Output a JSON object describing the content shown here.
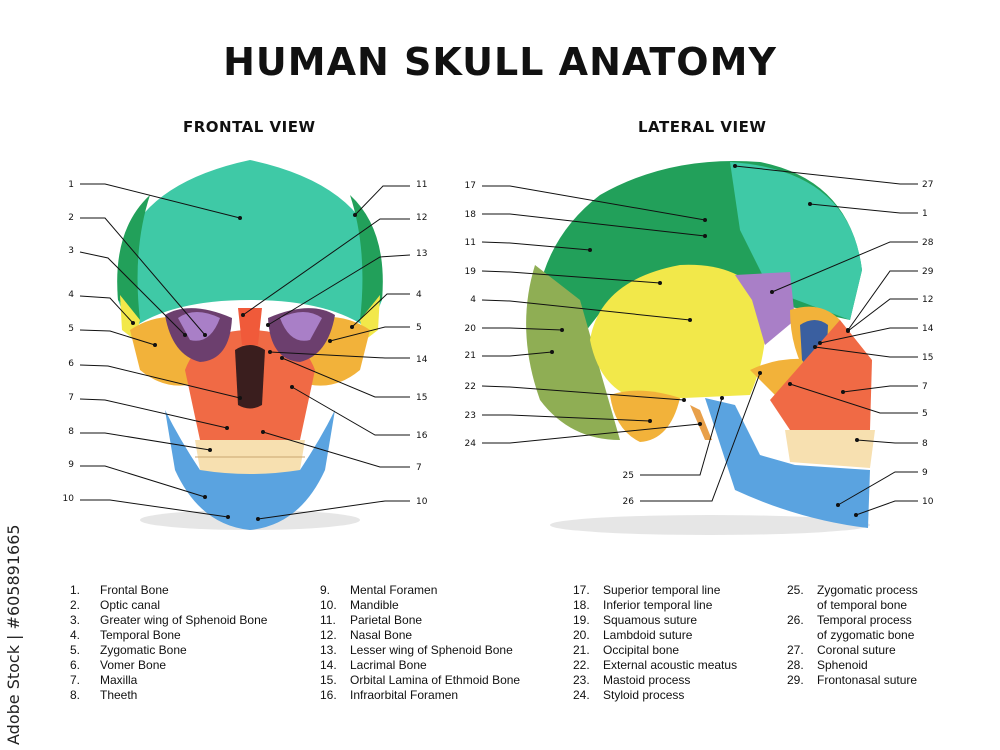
{
  "title": "HUMAN SKULL ANATOMY",
  "frontal_view": {
    "title": "FRONTAL VIEW",
    "left_labels": [
      "1",
      "2",
      "3",
      "4",
      "5",
      "6",
      "7",
      "8",
      "9",
      "10"
    ],
    "right_labels": [
      "11",
      "12",
      "13",
      "4",
      "5",
      "14",
      "15",
      "16",
      "7",
      "10"
    ]
  },
  "lateral_view": {
    "title": "LATERAL VIEW",
    "left_labels": [
      "17",
      "18",
      "11",
      "19",
      "4",
      "20",
      "21",
      "22",
      "23",
      "24"
    ],
    "right_labels": [
      "27",
      "1",
      "28",
      "29",
      "12",
      "14",
      "15",
      "7",
      "5",
      "8",
      "9",
      "10"
    ],
    "bottom_labels": [
      "25",
      "26"
    ]
  },
  "legend": {
    "col1": [
      {
        "n": "1.",
        "label": "Frontal Bone"
      },
      {
        "n": "2.",
        "label": "Optic canal"
      },
      {
        "n": "3.",
        "label": "Greater wing of Sphenoid Bone"
      },
      {
        "n": "4.",
        "label": "Temporal Bone"
      },
      {
        "n": "5.",
        "label": "Zygomatic Bone"
      },
      {
        "n": "6.",
        "label": "Vomer Bone"
      },
      {
        "n": "7.",
        "label": "Maxilla"
      },
      {
        "n": "8.",
        "label": "Theeth"
      }
    ],
    "col2": [
      {
        "n": "9.",
        "label": "Mental Foramen"
      },
      {
        "n": "10.",
        "label": "Mandible"
      },
      {
        "n": "11.",
        "label": "Parietal Bone"
      },
      {
        "n": "12.",
        "label": "Nasal Bone"
      },
      {
        "n": "13.",
        "label": "Lesser wing of Sphenoid Bone"
      },
      {
        "n": "14.",
        "label": "Lacrimal Bone"
      },
      {
        "n": "15.",
        "label": "Orbital Lamina of Ethmoid Bone"
      },
      {
        "n": "16.",
        "label": "Infraorbital Foramen"
      }
    ],
    "col3": [
      {
        "n": "17.",
        "label": "Superior temporal line"
      },
      {
        "n": "18.",
        "label": "Inferior temporal line"
      },
      {
        "n": "19.",
        "label": "Squamous suture"
      },
      {
        "n": "20.",
        "label": "Lambdoid suture"
      },
      {
        "n": "21.",
        "label": "Occipital bone"
      },
      {
        "n": "22.",
        "label": "External acoustic meatus"
      },
      {
        "n": "23.",
        "label": "Mastoid process"
      },
      {
        "n": "24.",
        "label": "Styloid process"
      }
    ],
    "col4": [
      {
        "n": "25.",
        "label": "Zygomatic process"
      },
      {
        "n": "",
        "label": "of temporal bone"
      },
      {
        "n": "26.",
        "label": "Temporal process"
      },
      {
        "n": "",
        "label": "of zygomatic bone"
      },
      {
        "n": "27.",
        "label": "Coronal suture"
      },
      {
        "n": "28.",
        "label": "Sphenoid"
      },
      {
        "n": "29.",
        "label": "Frontonasal suture"
      }
    ]
  },
  "watermark_id": "Adobe Stock | #605891665",
  "colors": {
    "frontal": "#3fc9a6",
    "parietal": "#22a05a",
    "temporal": "#f2e84a",
    "zygomatic": "#f2b23a",
    "maxilla": "#f06a45",
    "mandible": "#5aa3e0",
    "teeth": "#f7e0b0",
    "sphenoid": "#a97fc7",
    "occipital": "#8fae54",
    "nasal": "#f05a3a",
    "orbit": "#6c3f6e"
  }
}
